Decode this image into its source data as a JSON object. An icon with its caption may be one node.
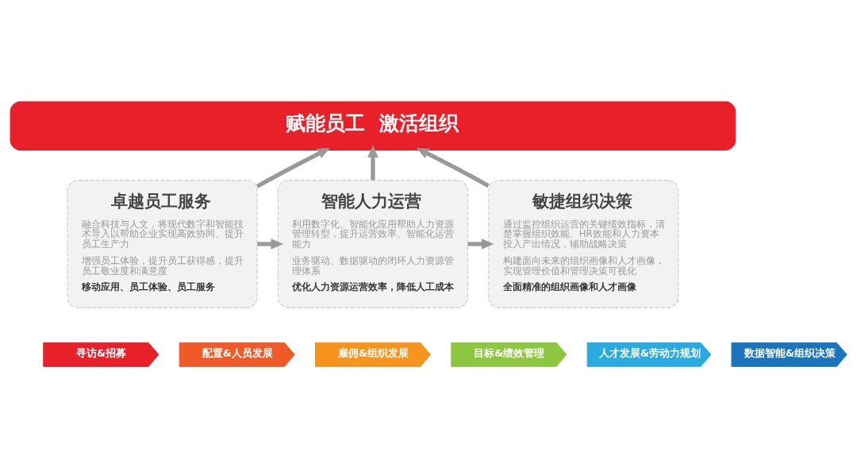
{
  "diagram": {
    "nodes": [
      {
        "text": [
          "赋能员工  激活组织"
        ]
      },
      {
        "text": [
          "卓越员工服务",
          "融合科技与人文，将现代数字和智能技术导入以帮助企业实现高效协同、提升员工生产力",
          "增强员工体验，提升员工获得感，提升员工敬业度和满意度",
          "移动应用、员工体验、员工服务"
        ]
      },
      {
        "text": [
          "智能人力运营",
          "利用数字化、智能化应用帮助人力资源管理转型，提升运营效率、智能化运营能力",
          "业务驱动、数据驱动的闭环人力资源管理体系",
          "优化人力资源运营效率，降低人工成本"
        ]
      },
      {
        "text": [
          "敏捷组织决策",
          "通过监控组织运营的关键绩效指标，清楚掌握组织效能、HR效能和人力资本投入产出情况，辅助战略决策",
          "构建面向未来的组织画像和人才画像，实现管理价值和管理决策可视化",
          "全面精准的组织画像和人才画像"
        ]
      },
      {
        "text": [
          "寻访&招募"
        ]
      },
      {
        "text": [
          "配置&人员发展"
        ]
      },
      {
        "text": [
          "雇佣&组织发展"
        ]
      },
      {
        "text": [
          "目标&绩效管理"
        ]
      },
      {
        "text": [
          "人才发展&劳动力规划"
        ]
      },
      {
        "text": [
          "数据智能&组织决策"
        ]
      }
    ],
    "edges": [
      {
        "from": 1,
        "to": 0,
        "arrow": "to"
      },
      {
        "from": 2,
        "to": 0,
        "arrow": "to"
      },
      {
        "from": 3,
        "to": 0,
        "arrow": "to"
      },
      {
        "from": 1,
        "to": 2,
        "arrow": "to"
      },
      {
        "from": 2,
        "to": 3,
        "arrow": "to"
      }
    ]
  }
}
